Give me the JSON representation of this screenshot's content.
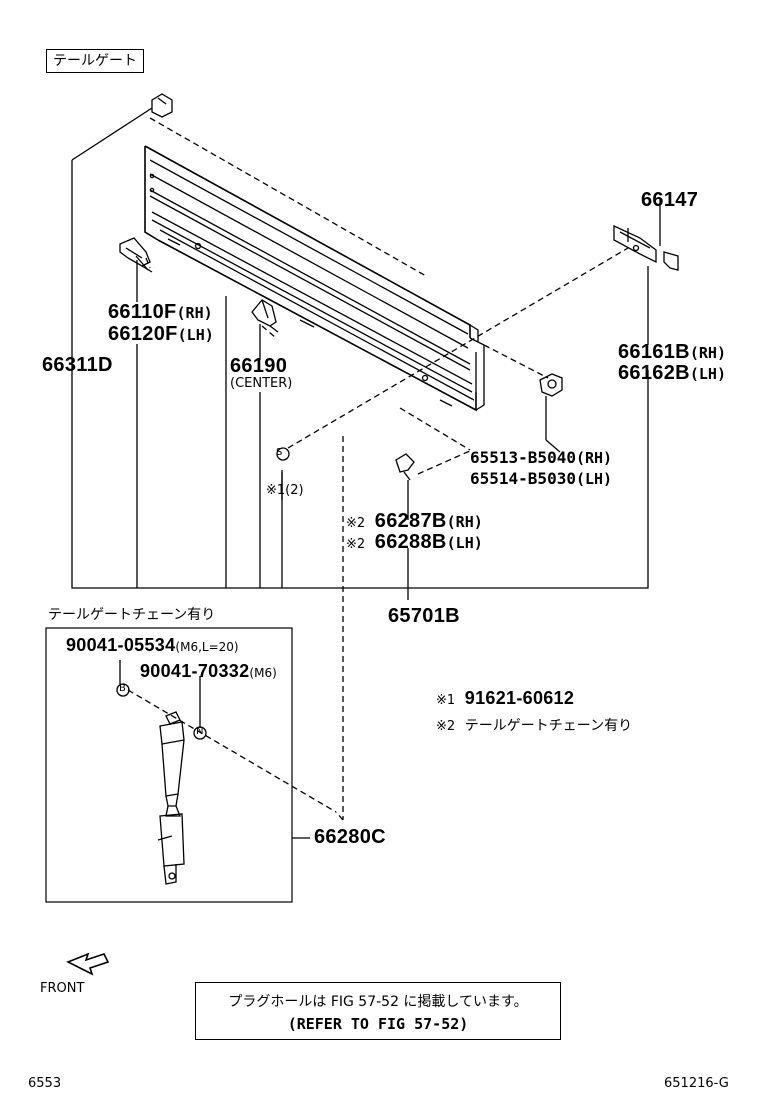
{
  "title": "テールゲート",
  "parts": {
    "p66147": "66147",
    "p66110F": "66110F",
    "p66120F": "66120F",
    "suf_rh": "(RH)",
    "suf_lh": "(LH)",
    "p66311D": "66311D",
    "p66190": "66190",
    "center": "(CENTER)",
    "p66161B": "66161B",
    "p66162B": "66162B",
    "p65513": "65513-B5040",
    "p65514": "65514-B5030",
    "note1_ref": "※1(2)",
    "mark2a": "※2",
    "mark2b": "※2",
    "p66287B": "66287B",
    "p66288B": "66288B",
    "p65701B": "65701B",
    "chain_caption": "テールゲートチェーン有り",
    "p90041_05534": "90041-05534",
    "spec_05534": "(M6,L=20)",
    "p90041_70332": "90041-70332",
    "spec_70332": "(M6)",
    "p66280C": "66280C",
    "callout_s": "S",
    "callout_b": "B",
    "callout_n": "N"
  },
  "notes": {
    "n1_mark": "※1",
    "n1_value": "91621-60612",
    "n2_mark": "※2",
    "n2_value": "テールゲートチェーン有り"
  },
  "front_label": "FRONT",
  "reference": {
    "line1": "プラグホールは FIG 57-52 に掲載しています。",
    "line2": "(REFER TO FIG 57-52)"
  },
  "footer": {
    "left": "6553",
    "right": "651216-G"
  }
}
